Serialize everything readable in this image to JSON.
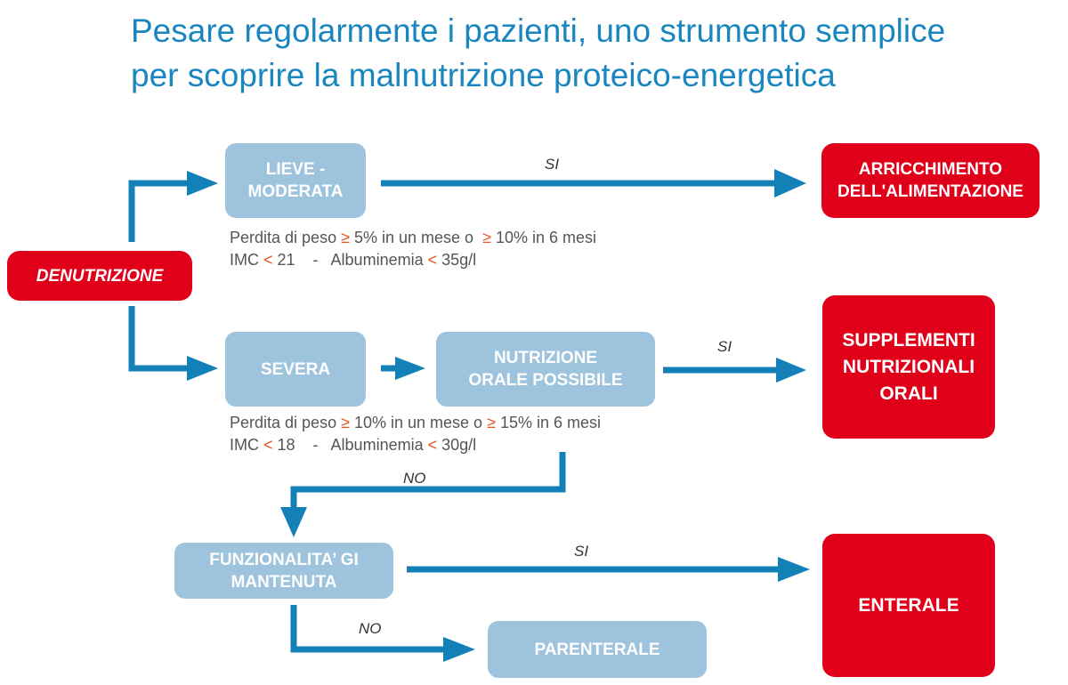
{
  "title": {
    "line1": "Pesare regolarmente i pazienti, uno strumento semplice",
    "line2": "per scoprire la malnutrizione proteico-energetica"
  },
  "nodes": {
    "denutrizione": "DENUTRIZIONE",
    "lieve": {
      "line1": "LIEVE -",
      "line2": "MODERATA"
    },
    "severa": "SEVERA",
    "nutrizione_orale": {
      "line1": "NUTRIZIONE",
      "line2": "ORALE POSSIBILE"
    },
    "funzionalita": {
      "line1": "FUNZIONALITA’ GI",
      "line2": "MANTENUTA"
    },
    "parenterale": "PARENTERALE",
    "arricchimento": {
      "line1": "ARRICCHIMENTO",
      "line2": "DELL'ALIMENTAZIONE"
    },
    "supplementi": {
      "line1": "SUPPLEMENTI",
      "line2": "NUTRIZIONALI",
      "line3": "ORALI"
    },
    "enterale": "ENTERALE"
  },
  "criteria_lieve": {
    "r1a": "Perdita di peso ",
    "r1b": "≥",
    "r1c": " 5% in un mese o  ",
    "r1d": "≥",
    "r1e": " 10% in 6 mesi",
    "r2a": "IMC ",
    "r2b": "<",
    "r2c": " 21    -   Albuminemia ",
    "r2d": "<",
    "r2e": " 35g/l"
  },
  "criteria_severa": {
    "r1a": "Perdita di peso ",
    "r1b": "≥",
    "r1c": " 10% in un mese o ",
    "r1d": "≥",
    "r1e": " 15% in 6 mesi",
    "r2a": "IMC ",
    "r2b": "<",
    "r2c": " 18    -   Albuminemia ",
    "r2d": "<",
    "r2e": " 30g/l"
  },
  "edge_labels": {
    "si_lieve": "SI",
    "si_nutrizione": "SI",
    "no_nutrizione": "NO",
    "si_funzionalita": "SI",
    "no_funzionalita": "NO"
  },
  "colors": {
    "arrow": "#1480b8",
    "box_blue": "#9ec3dc",
    "box_red": "#e1001a",
    "title": "#1a86bf",
    "highlight": "#e8561e"
  }
}
